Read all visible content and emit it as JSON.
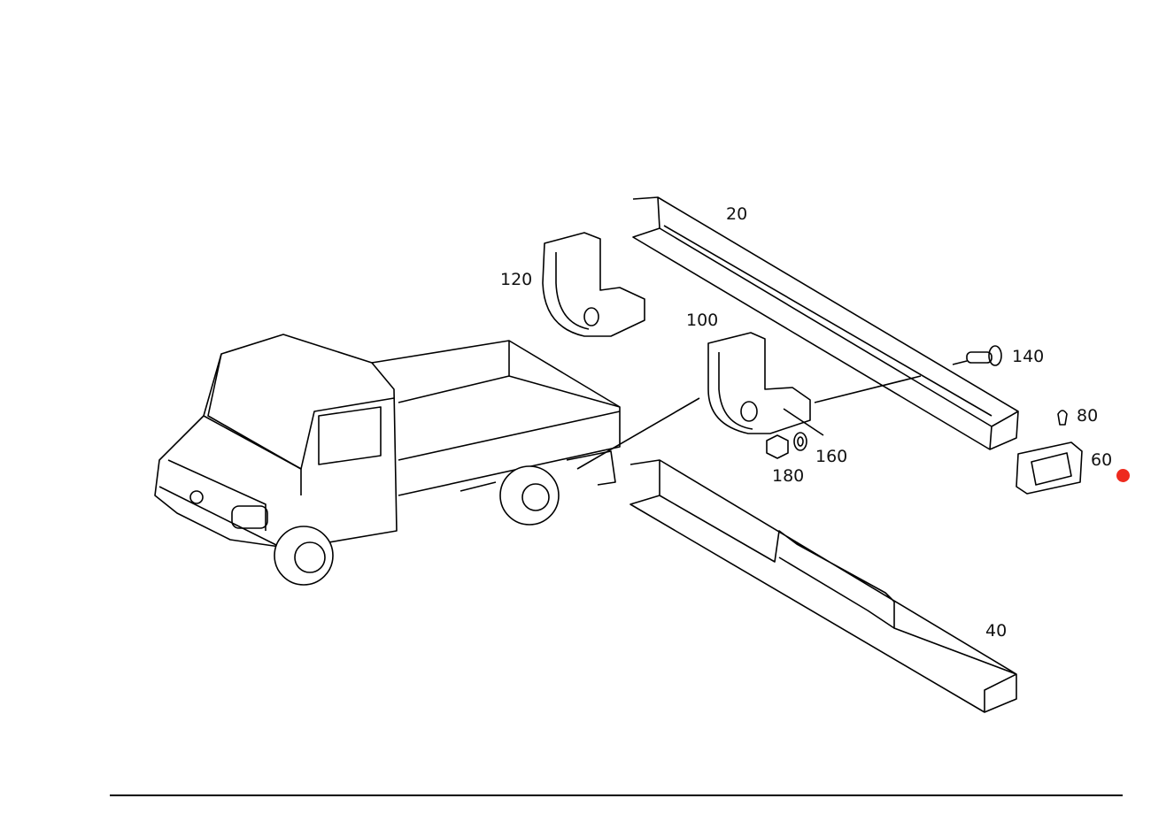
{
  "callouts": [
    {
      "id": "20",
      "label": "20"
    },
    {
      "id": "40",
      "label": "40"
    },
    {
      "id": "60",
      "label": "60"
    },
    {
      "id": "80",
      "label": "80"
    },
    {
      "id": "100",
      "label": "100"
    },
    {
      "id": "120",
      "label": "120"
    },
    {
      "id": "140",
      "label": "140"
    },
    {
      "id": "160",
      "label": "160"
    },
    {
      "id": "180",
      "label": "180"
    }
  ],
  "colors": {
    "line": "#000000",
    "marker": "#ee2a1e"
  }
}
